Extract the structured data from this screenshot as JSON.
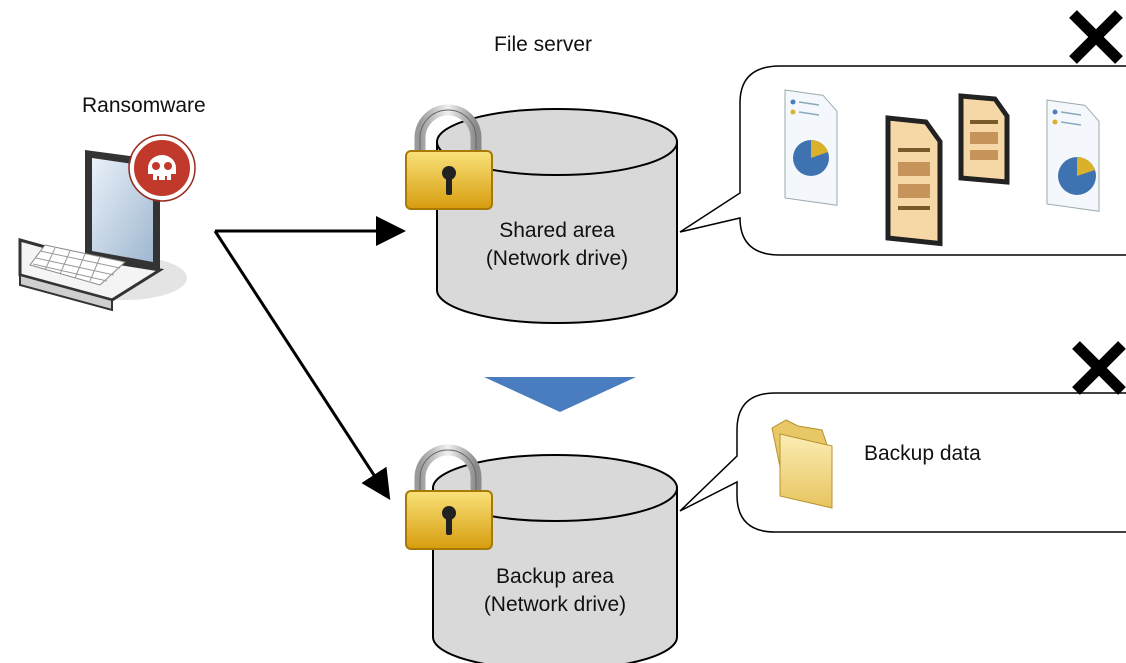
{
  "labels": {
    "file_server": "File server",
    "ransomware": "Ransomware",
    "shared_line1": "Shared area",
    "shared_line2": "(Network drive)",
    "backup_line1": "Backup area",
    "backup_line2": "(Network drive)",
    "backup_data": "Backup data"
  },
  "icons": {
    "laptop": "laptop-icon",
    "malware_badge": "skull-badge-icon",
    "lock": "padlock-icon",
    "documents": "document-icon",
    "folder": "folder-icon",
    "blocked": "x-mark-icon",
    "down_arrow": "down-triangle-icon"
  },
  "colors": {
    "cylinder_fill": "#d9d9d9",
    "arrow_blue": "#4a7dc0",
    "badge_red": "#c0392b",
    "lock_gold": "#e8b820"
  }
}
